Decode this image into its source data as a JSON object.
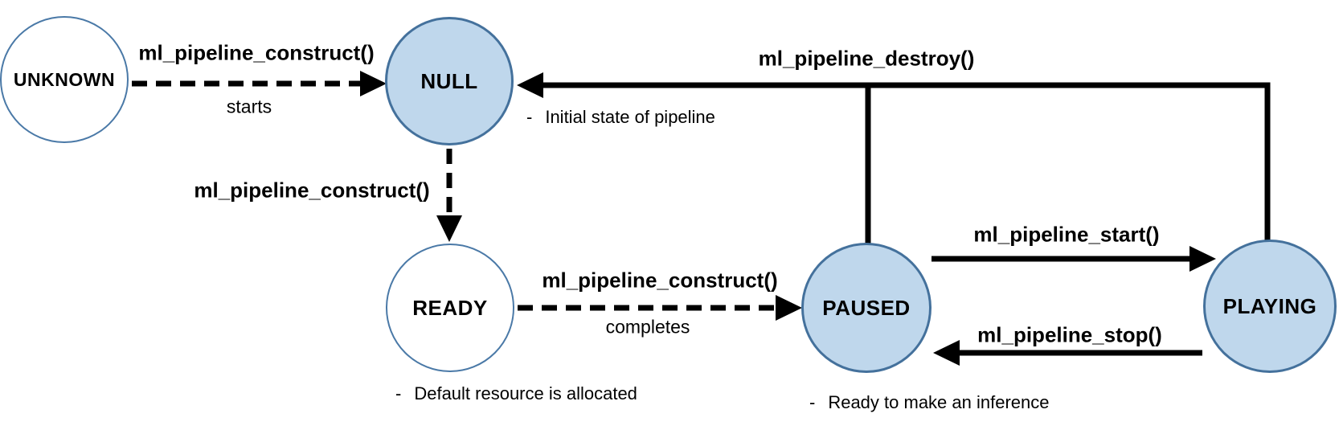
{
  "diagram": {
    "description": "ML pipeline state diagram",
    "colors": {
      "node_fill_blue": "#bfd7ec",
      "node_fill_white": "#ffffff",
      "node_border": "#44719c",
      "line": "#000000",
      "text": "#000000",
      "background": "#ffffff"
    },
    "nodes": [
      {
        "id": "unknown",
        "label": "UNKNOWN",
        "fill": "white"
      },
      {
        "id": "null",
        "label": "NULL",
        "fill": "blue"
      },
      {
        "id": "ready",
        "label": "READY",
        "fill": "white"
      },
      {
        "id": "paused",
        "label": "PAUSED",
        "fill": "blue"
      },
      {
        "id": "playing",
        "label": "PLAYING",
        "fill": "blue"
      }
    ],
    "edges": [
      {
        "from": "UNKNOWN",
        "to": "NULL",
        "label": "ml_pipeline_construct()",
        "sublabel": "starts",
        "style": "dashed"
      },
      {
        "from": "NULL",
        "to": "READY",
        "label": "ml_pipeline_construct()",
        "sublabel": "",
        "style": "dashed"
      },
      {
        "from": "READY",
        "to": "PAUSED",
        "label": "ml_pipeline_construct()",
        "sublabel": "completes",
        "style": "dashed"
      },
      {
        "from": "PAUSED",
        "to": "PLAYING",
        "label": "ml_pipeline_start()",
        "sublabel": "",
        "style": "solid"
      },
      {
        "from": "PLAYING",
        "to": "PAUSED",
        "label": "ml_pipeline_stop()",
        "sublabel": "",
        "style": "solid"
      },
      {
        "from": "PAUSED, PLAYING",
        "to": "NULL",
        "label": "ml_pipeline_destroy()",
        "sublabel": "",
        "style": "solid"
      }
    ],
    "annotations": [
      {
        "bullet": "-",
        "text": "Initial state of pipeline"
      },
      {
        "bullet": "-",
        "text": "Default resource is allocated"
      },
      {
        "bullet": "-",
        "text": "Ready to make an inference"
      }
    ]
  }
}
